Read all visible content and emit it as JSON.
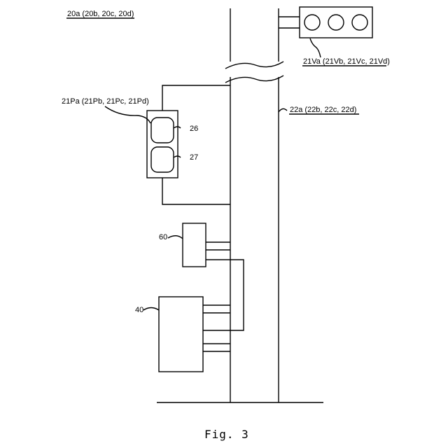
{
  "labels": {
    "pole": "20a (20b, 20c, 20d)",
    "vehicle_signal": "21Va (21Vb, 21Vc, 21Vd)",
    "pedestrian_signal": "21Pa (21Pb, 21Pc, 21Pd)",
    "pole_body": "22a (22b, 22c, 22d)",
    "upper_lamp": "26",
    "lower_lamp": "27",
    "device_60": "60",
    "device_40": "40"
  },
  "caption": "Fig. 3",
  "colors": {
    "line": "#000000",
    "background": "#ffffff"
  }
}
